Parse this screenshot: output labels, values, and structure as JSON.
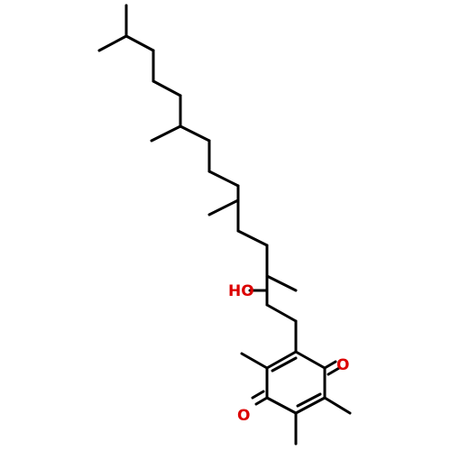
{
  "colors": {
    "bond": "#000000",
    "oxygen": "#dc0000",
    "background": "#ffffff"
  },
  "atoms": {
    "hydroxyl": "HO",
    "ketone_top": "O",
    "ketone_bottom": "O"
  }
}
